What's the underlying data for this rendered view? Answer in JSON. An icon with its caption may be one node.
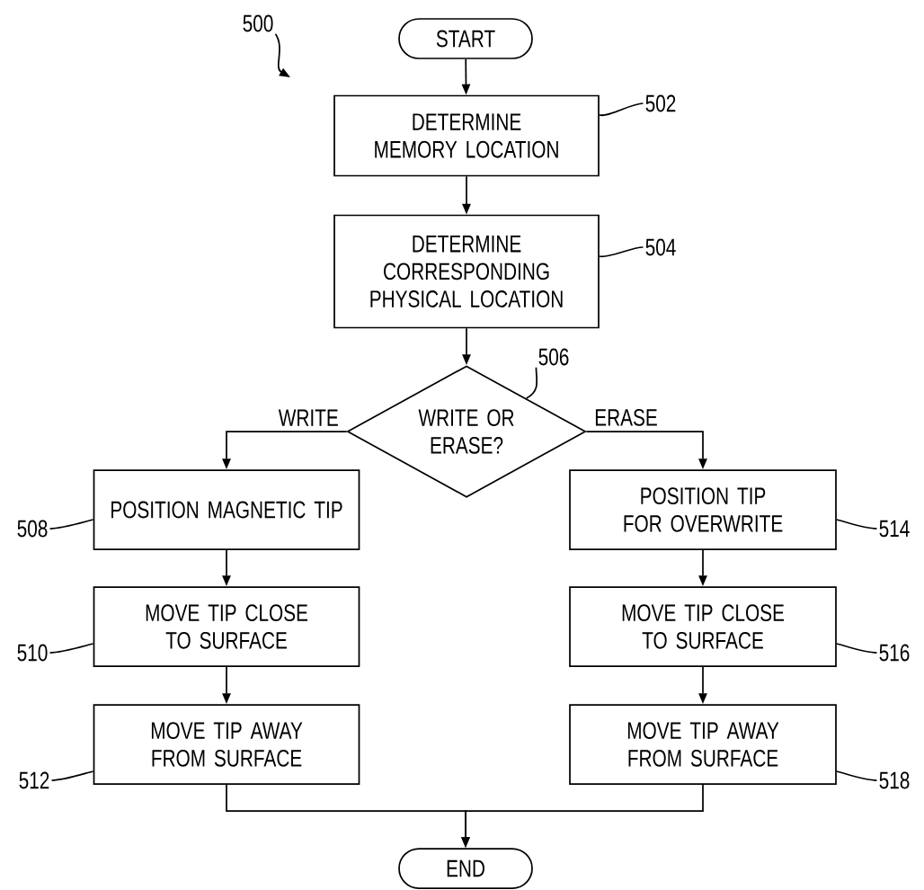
{
  "diagram": {
    "nodes": [
      {
        "text": [
          "START"
        ]
      },
      {
        "text": [
          "DETERMINE MEMORY LOCATION"
        ]
      },
      {
        "text": [
          "DETERMINE CORRESPONDING PHYSICAL LOCATION"
        ]
      },
      {
        "text": [
          "WRITE OR ERASE?"
        ]
      },
      {
        "text": [
          "POSITION MAGNETIC TIP"
        ]
      },
      {
        "text": [
          "MOVE TIP CLOSE TO SURFACE"
        ]
      },
      {
        "text": [
          "MOVE TIP AWAY FROM SURFACE"
        ]
      },
      {
        "text": [
          "POSITION TIP FOR OVERWRITE"
        ]
      },
      {
        "text": [
          "MOVE TIP CLOSE TO SURFACE"
        ]
      },
      {
        "text": [
          "MOVE TIP AWAY FROM SURFACE"
        ]
      },
      {
        "text": [
          "END"
        ]
      },
      {
        "text": [
          "500"
        ]
      },
      {
        "text": [
          "502"
        ]
      },
      {
        "text": [
          "504"
        ]
      },
      {
        "text": [
          "506"
        ]
      },
      {
        "text": [
          "508"
        ]
      },
      {
        "text": [
          "510"
        ]
      },
      {
        "text": [
          "512"
        ]
      },
      {
        "text": [
          "514"
        ]
      },
      {
        "text": [
          "516"
        ]
      },
      {
        "text": [
          "518"
        ]
      }
    ],
    "edges": [
      {
        "from": 0,
        "to": 1,
        "arrow": "to"
      },
      {
        "from": 1,
        "to": 2,
        "arrow": "to"
      },
      {
        "from": 2,
        "to": 3,
        "arrow": "to"
      },
      {
        "from": 3,
        "to": 4,
        "arrow": "to",
        "label": "WRITE"
      },
      {
        "from": 3,
        "to": 7,
        "arrow": "to",
        "label": "ERASE"
      },
      {
        "from": 4,
        "to": 5,
        "arrow": "to"
      },
      {
        "from": 5,
        "to": 6,
        "arrow": "to"
      },
      {
        "from": 7,
        "to": 8,
        "arrow": "to"
      },
      {
        "from": 8,
        "to": 9,
        "arrow": "to"
      },
      {
        "from": 6,
        "to": 10,
        "arrow": "to"
      },
      {
        "from": 9,
        "to": 10,
        "arrow": "to"
      },
      {
        "from": 11,
        "to": null,
        "arrow": "to"
      },
      {
        "from": 12,
        "to": 1,
        "arrow": "none"
      },
      {
        "from": 13,
        "to": 2,
        "arrow": "none"
      },
      {
        "from": 14,
        "to": 3,
        "arrow": "none"
      },
      {
        "from": 15,
        "to": 4,
        "arrow": "none"
      },
      {
        "from": 16,
        "to": 5,
        "arrow": "none"
      },
      {
        "from": 17,
        "to": 6,
        "arrow": "none"
      },
      {
        "from": 18,
        "to": 7,
        "arrow": "none"
      },
      {
        "from": 19,
        "to": 8,
        "arrow": "none"
      },
      {
        "from": 20,
        "to": 9,
        "arrow": "none"
      }
    ]
  }
}
